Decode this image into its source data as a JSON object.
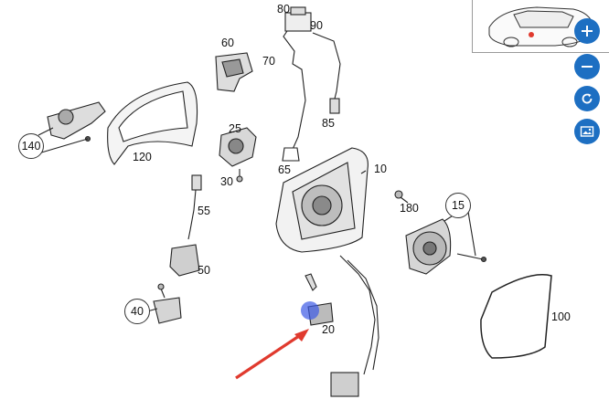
{
  "labels": {
    "p80": "80",
    "p90": "90",
    "p60": "60",
    "p70": "70",
    "p25": "25",
    "p30": "30",
    "p85": "85",
    "p65": "65",
    "p10": "10",
    "p120": "120",
    "p55": "55",
    "p50": "50",
    "p180": "180",
    "p20": "20",
    "p100": "100",
    "c140": "140",
    "c15": "15",
    "c40": "40"
  },
  "toolbar": {
    "zoom_in": "zoom-in",
    "zoom_out": "zoom-out",
    "reset": "reset-view",
    "image": "image-view"
  },
  "colors": {
    "accent": "#1d6fc2",
    "arrow": "#e03a2e",
    "cursor": "#3c5ae6"
  }
}
